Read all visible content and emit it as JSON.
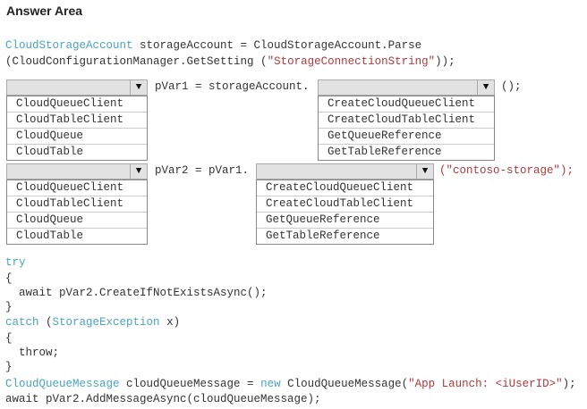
{
  "title": "Answer Area",
  "code_top": {
    "l1_type": "CloudStorageAccount",
    "l1_rest": " storageAccount = CloudStorageAccount.Parse",
    "l2_a": "(CloudConfigurationManager.GetSetting (",
    "l2_str": "\"StorageConnectionString\"",
    "l2_b": "));"
  },
  "row1": {
    "middle": "pVar1 = storageAccount.",
    "end": "();"
  },
  "row2": {
    "middle": "pVar2 = pVar1.",
    "end_str": "(\"contoso-storage\");"
  },
  "types": [
    "CloudQueueClient",
    "CloudTableClient",
    "CloudQueue",
    "CloudTable"
  ],
  "methods": [
    "CreateCloudQueueClient",
    "CreateCloudTableClient",
    "GetQueueReference",
    "GetTableReference"
  ],
  "code_bottom": {
    "try": "try",
    "ob1": "{",
    "await1": "  await pVar2.CreateIfNotExistsAsync();",
    "cb1": "}",
    "catch": "catch",
    "catch_open": " (",
    "exc_type": "StorageException",
    "catch_rest": " x)",
    "ob2": "{",
    "throw": "  throw;",
    "cb2": "}",
    "msg_type": "CloudQueueMessage",
    "msg_mid": " cloudQueueMessage = ",
    "new": "new",
    "msg_ctor": " CloudQueueMessage(",
    "msg_str": "\"App Launch: <iUserID>\"",
    "msg_end": ");",
    "await2": "await pVar2.AddMessageAsync(cloudQueueMessage);"
  }
}
